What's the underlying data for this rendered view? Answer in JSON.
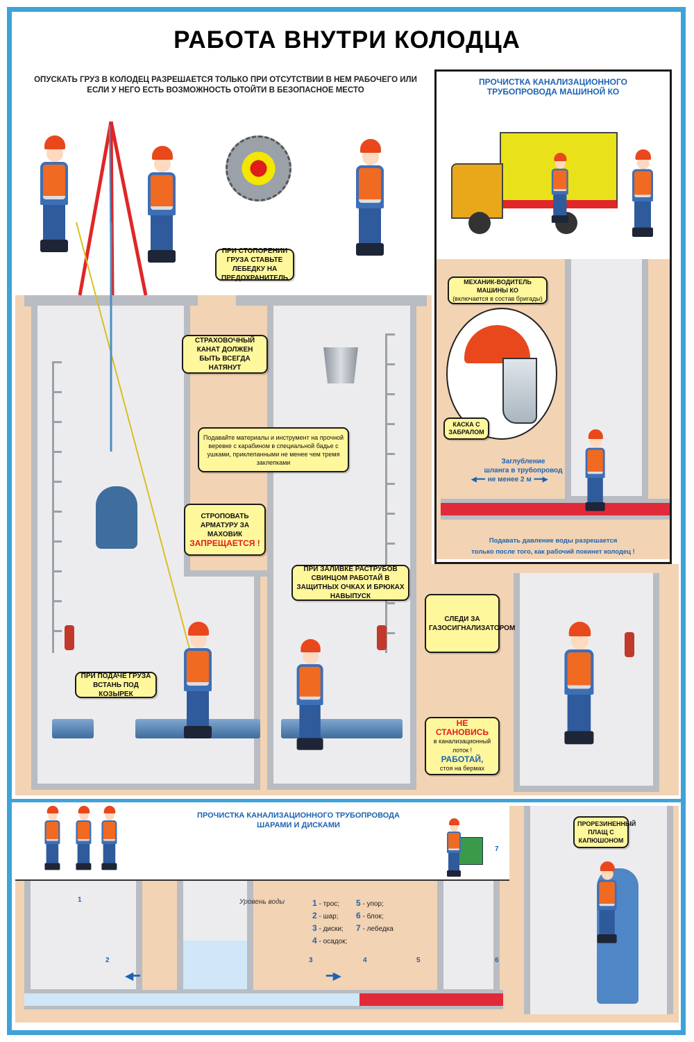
{
  "title": "РАБОТА ВНУТРИ КОЛОДЦА",
  "lead": "ОПУСКАТЬ ГРУЗ В КОЛОДЕЦ РАЗРЕШАЕТСЯ ТОЛЬКО ПРИ ОТСУТСТВИИ В НЕМ РАБОЧЕГО ИЛИ ЕСЛИ У НЕГО ЕСТЬ ВОЗМОЖНОСТЬ ОТОЙТИ В БЕЗОПАСНОЕ МЕСТО",
  "callouts": {
    "winch": "ПРИ СТОПОРЕНИИ ГРУЗА СТАВЬТЕ ЛЕБЕДКУ НА ПРЕДОХРАНИТЕЛЬ",
    "rope": "СТРАХОВОЧНЫЙ КАНАТ ДОЛЖЕН БЫТЬ ВСЕГДА НАТЯНУТ",
    "materials": "Подавайте материалы и инструмент на прочной веревке с карабином в специальной бадье с ушками, приклепанными не менее чем тремя заклепками",
    "sling": "СТРОПОВАТЬ АРМАТУРУ ЗА МАХОВИК",
    "sling_warning": "ЗАПРЕЩАЕТСЯ !",
    "lead_pour": "ПРИ ЗАЛИВКЕ РАСТРУБОВ СВИНЦОМ РАБОТАЙ В ЗАЩИТНЫХ ОЧКАХ И БРЮКАХ НАВЫПУСК",
    "gas": "СЛЕДИ ЗА ГАЗОСИГНАЛИЗАТОРОМ",
    "visor": "ПРИ ПОДАЧЕ ГРУЗА ВСТАНЬ ПОД КОЗЫРЕК",
    "tray_warning": "НЕ СТАНОВИСЬ",
    "tray_text": "в канализационный лоток !",
    "berm_warning": "РАБОТАЙ,",
    "berm_text": "стоя на бермах",
    "raincoat": "ПРОРЕЗИНЕННЫЙ ПЛАЩ С КАПЮШОНОМ"
  },
  "panel_ko": {
    "title": "ПРОЧИСТКА КАНАЛИЗАЦИОННОГО ТРУБОПРОВОДА МАШИНОЙ КО",
    "driver": "МЕХАНИК-ВОДИТЕЛЬ МАШИНЫ КО",
    "driver_note": "(включается в состав бригады)",
    "helmet": "КАСКА С ЗАБРАЛОМ",
    "depth_line1": "Заглубление",
    "depth_line2": "шланга в трубопровод",
    "depth_line3": "не менее 2 м",
    "pressure_line1": "Подавать давление воды разрешается",
    "pressure_line2": "только после того, как рабочий покинет колодец !"
  },
  "bottom": {
    "title": "ПРОЧИСТКА КАНАЛИЗАЦИОННОГО ТРУБОПРОВОДА ШАРАМИ И ДИСКАМИ",
    "water_level": "Уровень воды",
    "legend": [
      {
        "n": "1",
        "label": "- трос;"
      },
      {
        "n": "2",
        "label": "- шар;"
      },
      {
        "n": "3",
        "label": "- диски;"
      },
      {
        "n": "4",
        "label": "- осадок;"
      },
      {
        "n": "5",
        "label": "- упор;"
      },
      {
        "n": "6",
        "label": "- блок;"
      },
      {
        "n": "7",
        "label": "- лебедка"
      }
    ]
  }
}
